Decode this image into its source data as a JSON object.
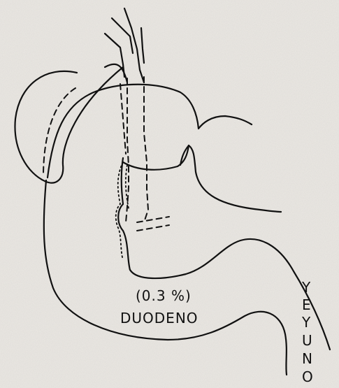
{
  "labels": {
    "percentage": "(0.3 %)",
    "duodeno": "DUODENO",
    "yeyuno_letters": [
      "Y",
      "E",
      "Y",
      "U",
      "N",
      "O"
    ]
  }
}
